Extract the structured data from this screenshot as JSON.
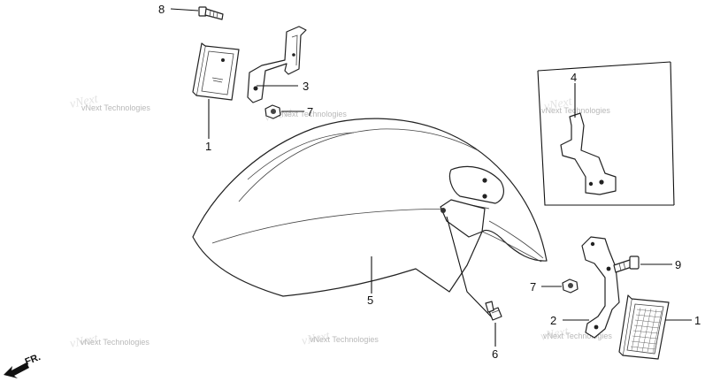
{
  "diagram": {
    "callouts": {
      "c1_left": "1",
      "c1_right": "1",
      "c2": "2",
      "c3": "3",
      "c4": "4",
      "c5": "5",
      "c6": "6",
      "c7_top": "7",
      "c7_bottom": "7",
      "c8": "8",
      "c9": "9"
    },
    "watermark": "vNext Technologies",
    "direction_label": "FR."
  }
}
